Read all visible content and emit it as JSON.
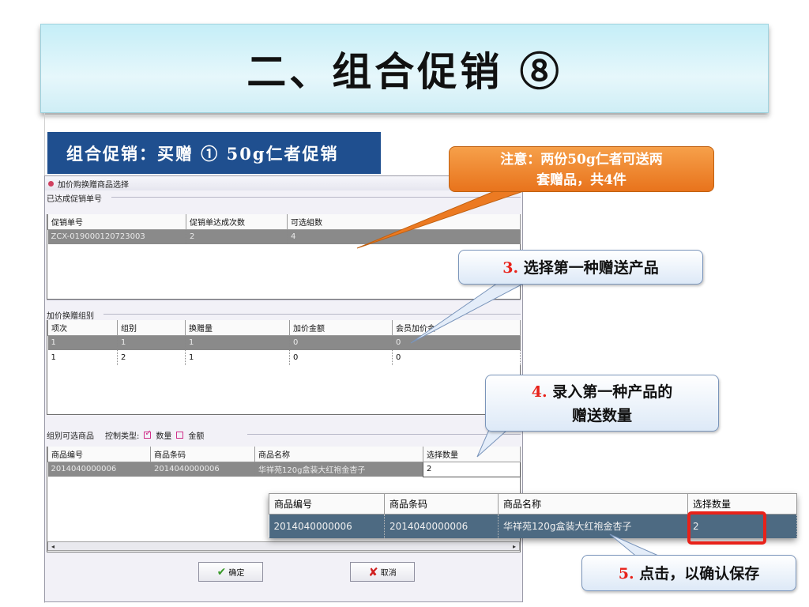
{
  "slide": {
    "title": "二、组合促销 ⑧",
    "subtitle": "组合促销：买赠 ① 50g仁者促销"
  },
  "dialog": {
    "title": "加价购换赠商品选择",
    "section1": {
      "label": "已达成促销单号",
      "columns": [
        "促销单号",
        "促销单达成次数",
        "可选組数"
      ],
      "rows": [
        [
          "ZCX-019000120723003",
          "2",
          "4"
        ]
      ]
    },
    "section2": {
      "label": "加价换赠组别",
      "columns": [
        "项次",
        "组别",
        "换赠量",
        "加价金额",
        "会员加价金"
      ],
      "rows": [
        [
          "1",
          "1",
          "1",
          "0",
          "0"
        ],
        [
          "1",
          "2",
          "1",
          "0",
          "0"
        ]
      ]
    },
    "section3": {
      "label": "组别可选商品",
      "control_label": "控制类型:",
      "option_qty": "数量",
      "option_amount": "金额",
      "columns": [
        "商品编号",
        "商品条码",
        "商品名称",
        "选择数量"
      ],
      "rows": [
        [
          "2014040000006",
          "2014040000006",
          "华祥苑120g盒装大红袍金杏子",
          "2"
        ]
      ]
    },
    "ok_label": "确定",
    "cancel_label": "取消"
  },
  "zoom": {
    "columns": [
      "商品编号",
      "商品条码",
      "商品名称",
      "选择数量"
    ],
    "row": [
      "2014040000006",
      "2014040000006",
      "华祥苑120g盒装大红袍金杏子",
      "2"
    ]
  },
  "callouts": {
    "note_line1": "注意：两份50g仁者可送两",
    "note_line2": "套赠品，共4件",
    "c3_num": "3.",
    "c3_text": "选择第一种赠送产品",
    "c4_num": "4.",
    "c4_line1": "录入第一种产品的",
    "c4_line2": "赠送数量",
    "c5_num": "5.",
    "c5_text": "点击，以确认保存"
  },
  "colors": {
    "subtitle_bg": "#1f4f8f",
    "note_orange": "#e8731c",
    "highlight_red": "#e8221a",
    "selected_row": "#8a8a8a",
    "zoom_row": "#4d6a82"
  }
}
